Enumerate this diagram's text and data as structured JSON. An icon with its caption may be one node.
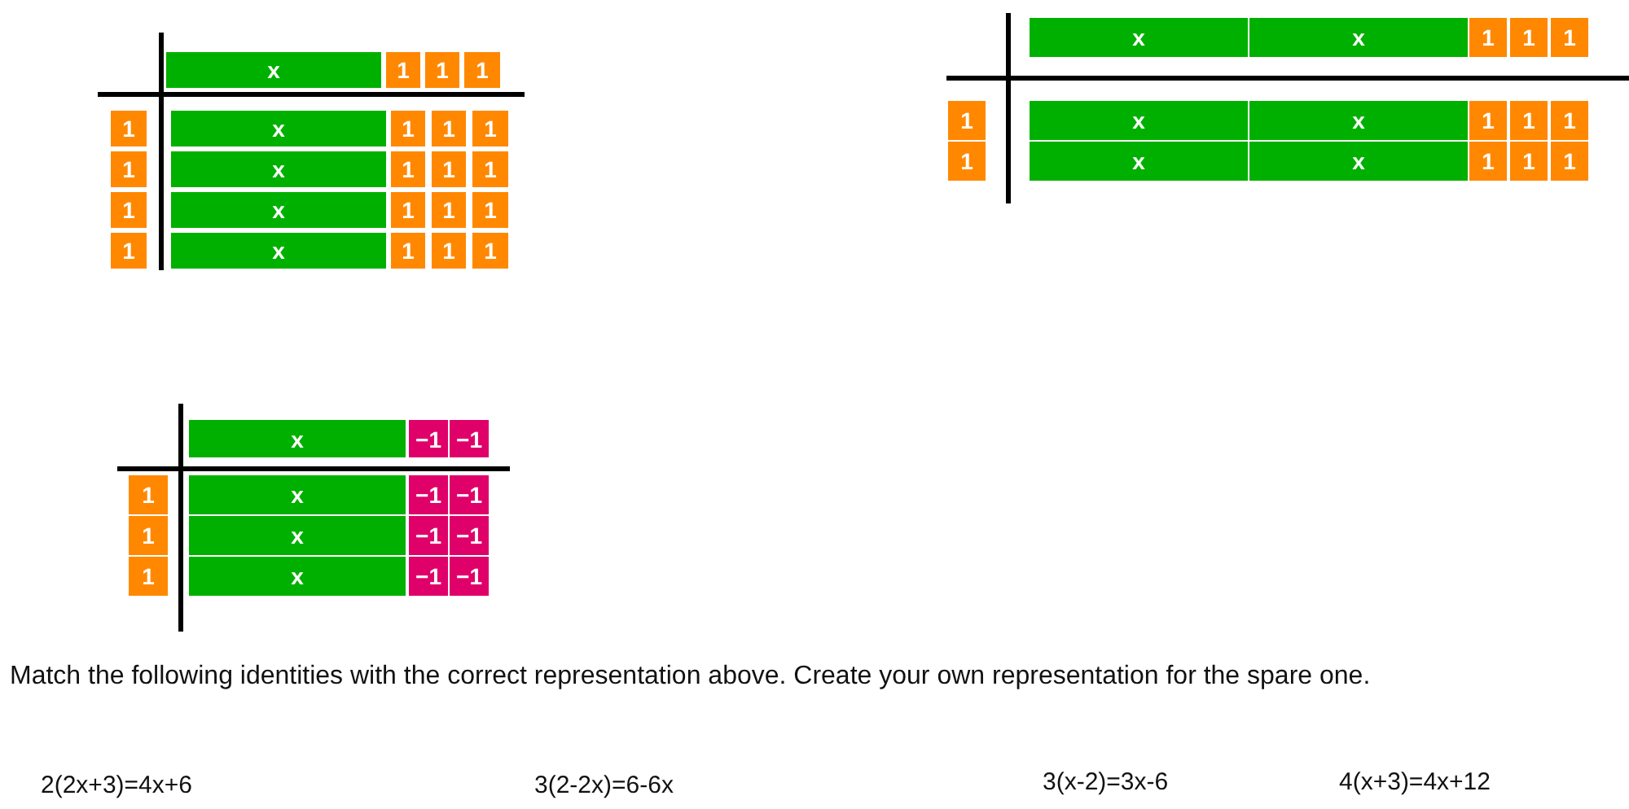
{
  "diagram": {
    "nodes": [
      {
        "text": [
          "x"
        ]
      },
      {
        "text": [
          "1"
        ]
      },
      {
        "text": [
          "1"
        ]
      },
      {
        "text": [
          "1"
        ]
      },
      {
        "text": [
          "1"
        ]
      },
      {
        "text": [
          "x"
        ]
      },
      {
        "text": [
          "1"
        ]
      },
      {
        "text": [
          "1"
        ]
      },
      {
        "text": [
          "1"
        ]
      },
      {
        "text": [
          "1"
        ]
      },
      {
        "text": [
          "x"
        ]
      },
      {
        "text": [
          "1"
        ]
      },
      {
        "text": [
          "1"
        ]
      },
      {
        "text": [
          "1"
        ]
      },
      {
        "text": [
          "1"
        ]
      },
      {
        "text": [
          "x"
        ]
      },
      {
        "text": [
          "1"
        ]
      },
      {
        "text": [
          "1"
        ]
      },
      {
        "text": [
          "1"
        ]
      },
      {
        "text": [
          "1"
        ]
      },
      {
        "text": [
          "x"
        ]
      },
      {
        "text": [
          "1"
        ]
      },
      {
        "text": [
          "1"
        ]
      },
      {
        "text": [
          "1"
        ]
      },
      {
        "text": [
          "x"
        ]
      },
      {
        "text": [
          "x"
        ]
      },
      {
        "text": [
          "1"
        ]
      },
      {
        "text": [
          "1"
        ]
      },
      {
        "text": [
          "1"
        ]
      },
      {
        "text": [
          "1"
        ]
      },
      {
        "text": [
          "x"
        ]
      },
      {
        "text": [
          "x"
        ]
      },
      {
        "text": [
          "1"
        ]
      },
      {
        "text": [
          "1"
        ]
      },
      {
        "text": [
          "1"
        ]
      },
      {
        "text": [
          "1"
        ]
      },
      {
        "text": [
          "x"
        ]
      },
      {
        "text": [
          "x"
        ]
      },
      {
        "text": [
          "1"
        ]
      },
      {
        "text": [
          "1"
        ]
      },
      {
        "text": [
          "1"
        ]
      },
      {
        "text": [
          "x"
        ]
      },
      {
        "text": [
          "−1"
        ]
      },
      {
        "text": [
          "−1"
        ]
      },
      {
        "text": [
          "1"
        ]
      },
      {
        "text": [
          "x"
        ]
      },
      {
        "text": [
          "−1"
        ]
      },
      {
        "text": [
          "−1"
        ]
      },
      {
        "text": [
          "1"
        ]
      },
      {
        "text": [
          "x"
        ]
      },
      {
        "text": [
          "−1"
        ]
      },
      {
        "text": [
          "−1"
        ]
      },
      {
        "text": [
          "1"
        ]
      },
      {
        "text": [
          "x"
        ]
      },
      {
        "text": [
          "−1"
        ]
      },
      {
        "text": [
          "−1"
        ]
      }
    ],
    "labels": [
      "Match the following identities with the correct representation above. Create your own representation for the spare one.",
      "2(2x+3)=4x+6",
      "3(2-2x)=6-6x",
      "3(x-2)=3x-6",
      "4(x+3)=4x+12"
    ]
  }
}
